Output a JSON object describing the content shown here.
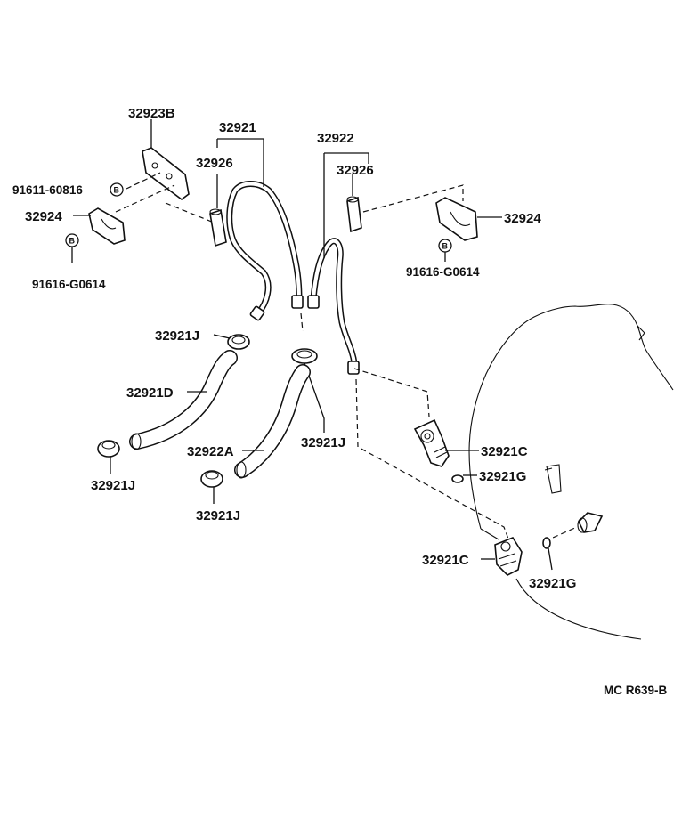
{
  "labels": {
    "p32923B": "32923B",
    "p32921_top": "32921",
    "p32926_left": "32926",
    "p91611": "91611-60816",
    "p32924_left": "32924",
    "p91616_left": "91616-G0614",
    "p32922": "32922",
    "p32926_right": "32926",
    "p32924_right": "32924",
    "p91616_right": "91616-G0614",
    "p32921J_a": "32921J",
    "p32921D": "32921D",
    "p32921J_b": "32921J",
    "p32922A": "32922A",
    "p32921J_c": "32921J",
    "p32921J_d": "32921J",
    "p32921C_a": "32921C",
    "p32921G_a": "32921G",
    "p32921C_b": "32921C",
    "p32921G_b": "32921G",
    "diagram_code": "MC R639-B"
  },
  "bolt_marker": "B"
}
